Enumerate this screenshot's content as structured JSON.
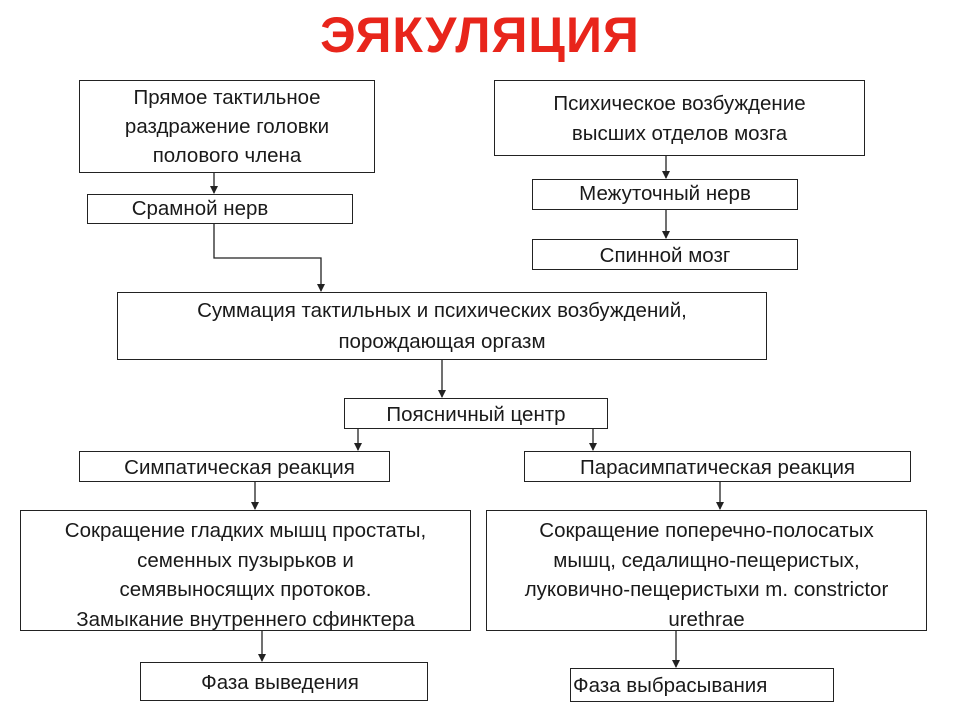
{
  "title": "ЭЯКУЛЯЦИЯ",
  "nodes": {
    "tactile": "Прямое тактильное\nраздражение головки\nполового члена",
    "psychic": "Психическое возбуждение\nвысших отделов мозга",
    "pudendal": "Срамной нерв",
    "intermediate": "Межуточный нерв",
    "spinal": "Спинной мозг",
    "summation": "Суммация тактильных и психических возбуждений,\nпорождающая оргазм",
    "lumbar": "Поясничный центр",
    "sympathetic": "Симпатическая реакция",
    "parasympathetic": "Парасимпатическая реакция",
    "smooth": "Сокращение гладких мышц простаты,\nсеменных пузырьков и\nсемявыносящих протоков.\nЗамыкание внутреннего сфинктера",
    "striated": "Сокращение поперечно-полосатых\nмышц, седалищно-пещеристых,\nлуковично-пещеристыхи m. constrictor\nurethrae",
    "emission": "Фаза выведения",
    "expulsion": "Фаза выбрасывания"
  },
  "colors": {
    "title": "#e8251b",
    "border": "#222222",
    "text": "#1a1a1a"
  }
}
